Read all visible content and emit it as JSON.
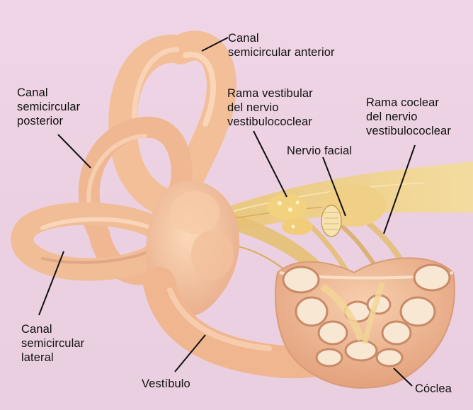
{
  "labels": {
    "anterior_canal": [
      "Canal",
      "semicircular anterior"
    ],
    "posterior_canal": [
      "Canal",
      "semicircular",
      "posterior"
    ],
    "vestibular_branch": [
      "Rama vestibular",
      "del nervio",
      "vestibulococlear"
    ],
    "cochlear_branch": [
      "Rama coclear",
      "del nervio",
      "vestibulococlear"
    ],
    "facial_nerve": [
      "Nervio facial"
    ],
    "lateral_canal": [
      "Canal",
      "semicircular",
      "lateral"
    ],
    "vestibule": [
      "Vestíbulo"
    ],
    "cochlea": [
      "Cóclea"
    ]
  },
  "colors": {
    "background": "#ebd0e1",
    "organ": "#f2c19a",
    "organ_shadow": "#d99c78",
    "nerve": "#eccd7e",
    "leader_line": "#111111"
  }
}
